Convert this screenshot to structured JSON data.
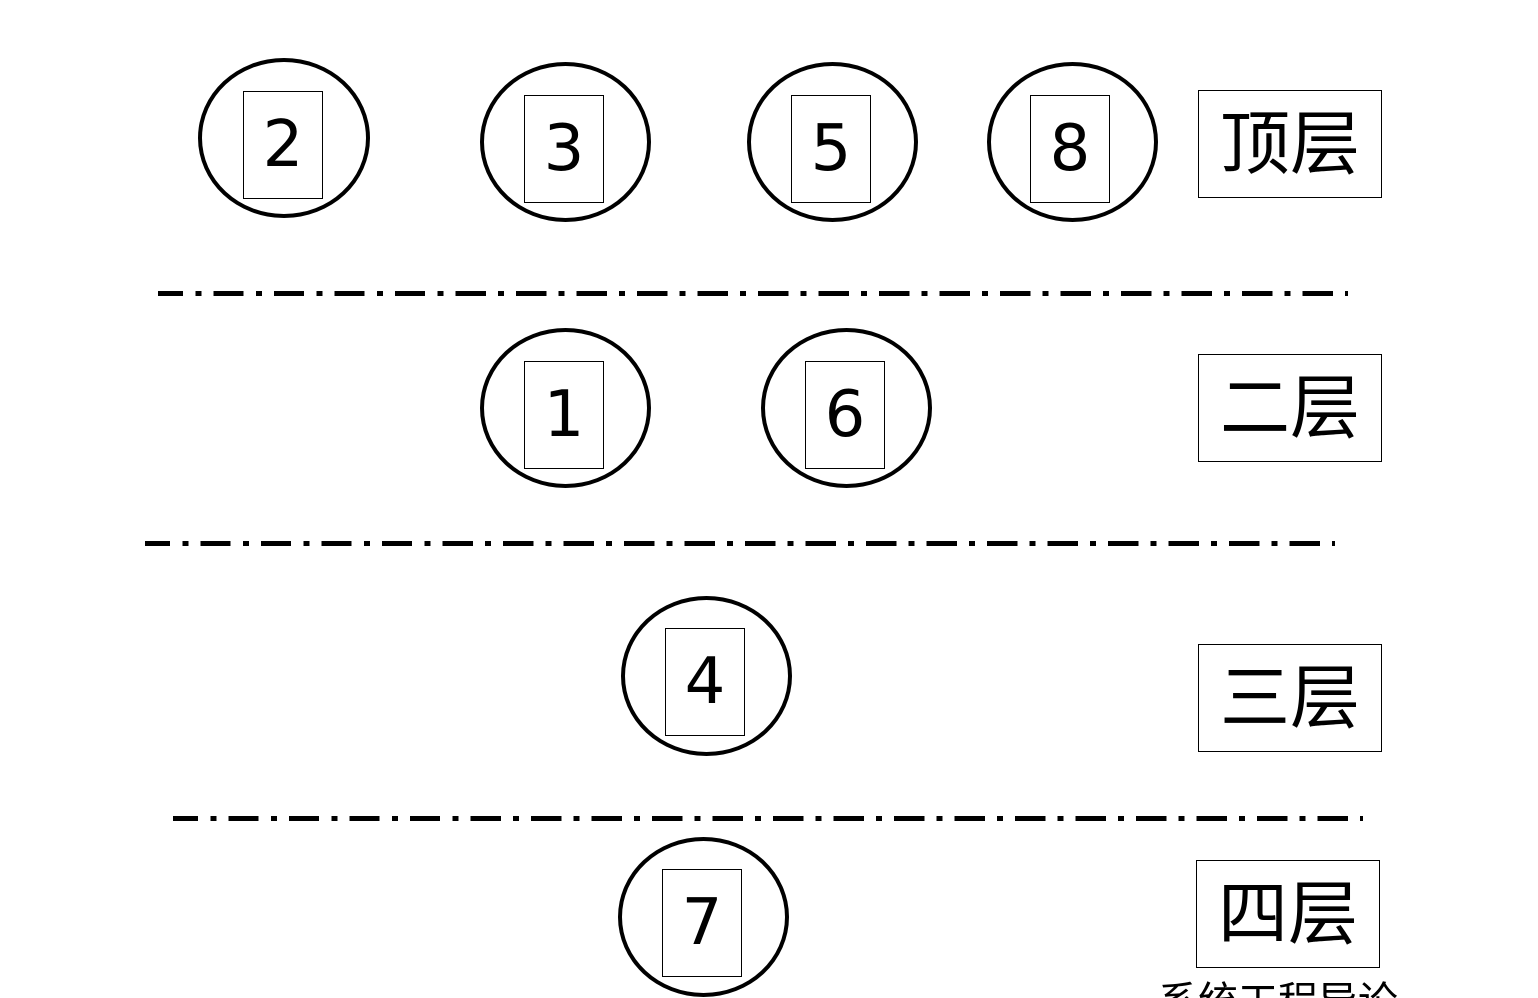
{
  "layers": [
    {
      "label": "顶层",
      "nodes": [
        "2",
        "3",
        "5",
        "8"
      ]
    },
    {
      "label": "二层",
      "nodes": [
        "1",
        "6"
      ]
    },
    {
      "label": "三层",
      "nodes": [
        "4"
      ]
    },
    {
      "label": "四层",
      "nodes": [
        "7"
      ]
    }
  ],
  "caption": "系统工程导论"
}
